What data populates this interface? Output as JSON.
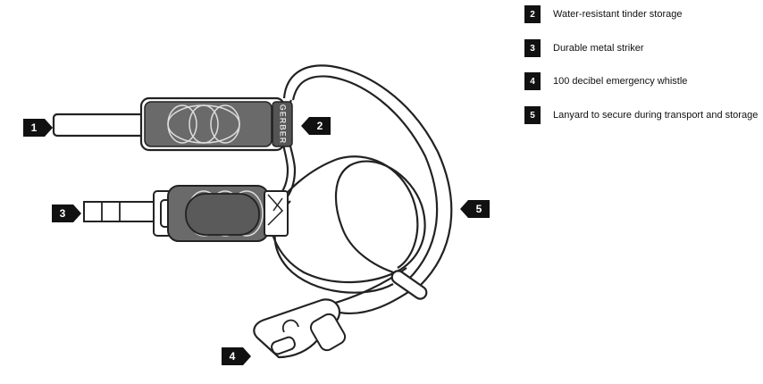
{
  "legend": [
    {
      "num": "2",
      "text": "Water-resistant tinder storage"
    },
    {
      "num": "3",
      "text": "Durable metal striker"
    },
    {
      "num": "4",
      "text": "100 decibel emergency whistle"
    },
    {
      "num": "5",
      "text": "Lanyard to secure during transport and storage"
    }
  ],
  "callouts": {
    "c1": "1",
    "c2": "2",
    "c3": "3",
    "c4": "4",
    "c5": "5"
  },
  "brand": "GERBER"
}
